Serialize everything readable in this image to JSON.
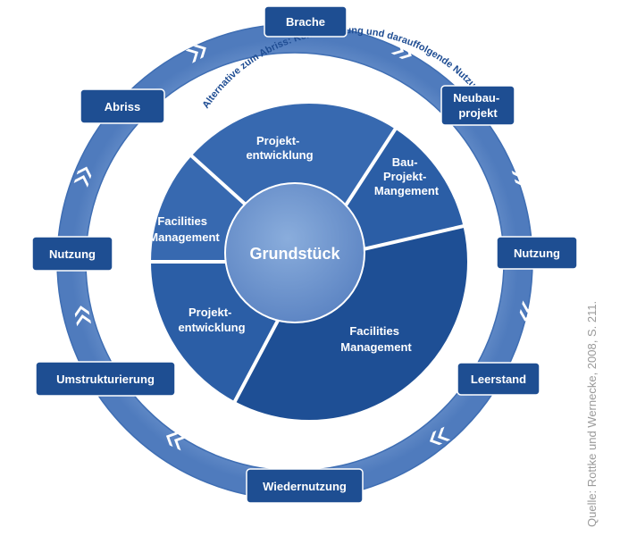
{
  "outer_ring": [
    {
      "id": "brache",
      "lines": [
        "Brache"
      ]
    },
    {
      "id": "neubauprojekt",
      "lines": [
        "Neubau-",
        "projekt"
      ]
    },
    {
      "id": "nutzung-right",
      "lines": [
        "Nutzung"
      ]
    },
    {
      "id": "leerstand",
      "lines": [
        "Leerstand"
      ]
    },
    {
      "id": "wiedernutzung",
      "lines": [
        "Wiedernutzung"
      ]
    },
    {
      "id": "umstrukturierung",
      "lines": [
        "Umstrukturierung"
      ]
    },
    {
      "id": "nutzung-left",
      "lines": [
        "Nutzung"
      ]
    },
    {
      "id": "abriss",
      "lines": [
        "Abriss"
      ]
    }
  ],
  "inner_segments": [
    {
      "id": "projektentwicklung-top",
      "lines": [
        "Projekt-",
        "entwicklung"
      ]
    },
    {
      "id": "bau-projekt-management",
      "lines": [
        "Bau-",
        "Projekt-",
        "Mangement"
      ]
    },
    {
      "id": "facilities-management-right",
      "lines": [
        "Facilities",
        "Management"
      ]
    },
    {
      "id": "projektentwicklung-bottom",
      "lines": [
        "Projekt-",
        "entwicklung"
      ]
    },
    {
      "id": "facilities-management-left",
      "lines": [
        "Facilities",
        "Management"
      ]
    }
  ],
  "center": "Grundstück",
  "arc_text": "Alternative zum Abriss: Kernsanierung und darauffolgende Nutzung",
  "source": "Quelle: Rottke und Wernecke, 2008, S. 211.",
  "colors": {
    "ring": "#5d86c2",
    "box": "#1e4e92",
    "segment_dark": "#1e4f95",
    "segment_mid": "#2b5ea6",
    "segment_light": "#3769b0",
    "center": "#6f95cc",
    "divider": "#ffffff",
    "arc_text": "#1f4d93",
    "chevron": "#ffffff"
  }
}
